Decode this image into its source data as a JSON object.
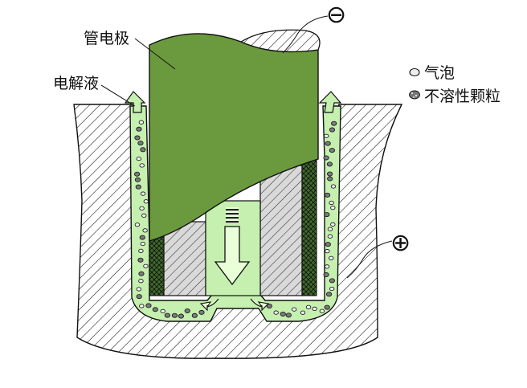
{
  "labels": {
    "tube_electrode": "管电极",
    "electrolyte": "电解液",
    "negative": "⊖",
    "positive": "⊕"
  },
  "legend": [
    {
      "icon": "bubble-icon",
      "label": "气泡"
    },
    {
      "icon": "particle-icon",
      "label": "不溶性颗粒"
    }
  ],
  "colors": {
    "electrode_green": "#6b9a3e",
    "electrolyte_green": "#c6f0b0",
    "hatch": "#111111",
    "crosshatch_green": "#3f6b2a",
    "arrow_fill": "#e8ffd8"
  }
}
